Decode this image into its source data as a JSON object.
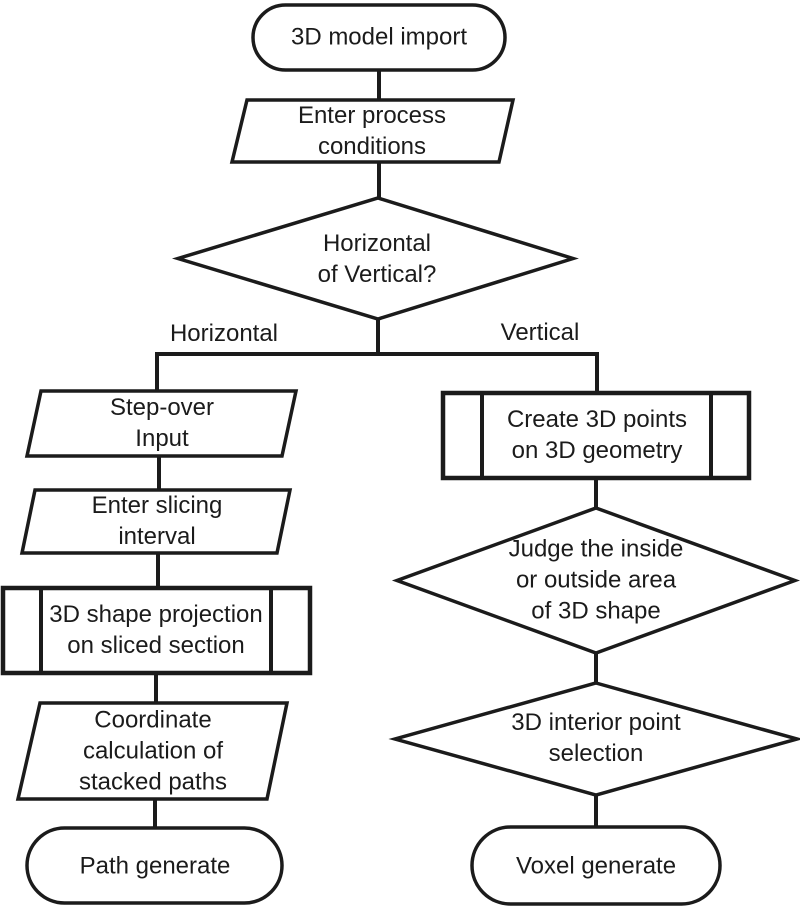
{
  "diagram": {
    "type": "flowchart",
    "colors": {
      "background": "#ffffff",
      "stroke": "#1b1b1b",
      "text": "#1b1b1b"
    }
  },
  "nodes": {
    "model_import": {
      "label": "3D model import",
      "shape": "terminator"
    },
    "process_conditions": {
      "label": "Enter process\nconditions",
      "shape": "input-parallelogram"
    },
    "orientation_decision": {
      "label": "Horizontal\nof Vertical?",
      "shape": "decision-diamond"
    },
    "step_over_input": {
      "label": "Step-over\nInput",
      "shape": "input-parallelogram"
    },
    "slicing_interval": {
      "label": "Enter slicing\ninterval",
      "shape": "input-parallelogram"
    },
    "shape_projection": {
      "label": "3D shape projection\non sliced section",
      "shape": "predefined-process"
    },
    "coordinate_calculation": {
      "label": "Coordinate\ncalculation of\nstacked paths",
      "shape": "input-parallelogram"
    },
    "path_generate": {
      "label": "Path generate",
      "shape": "terminator"
    },
    "create_points": {
      "label": "Create 3D points\non 3D geometry",
      "shape": "predefined-process"
    },
    "judge_area": {
      "label": "Judge the inside\nor outside area\nof 3D shape",
      "shape": "decision-diamond"
    },
    "interior_selection": {
      "label": "3D interior point\nselection",
      "shape": "decision-diamond"
    },
    "voxel_generate": {
      "label": "Voxel generate",
      "shape": "terminator"
    }
  },
  "branch_labels": {
    "left": "Horizontal",
    "right": "Vertical"
  }
}
